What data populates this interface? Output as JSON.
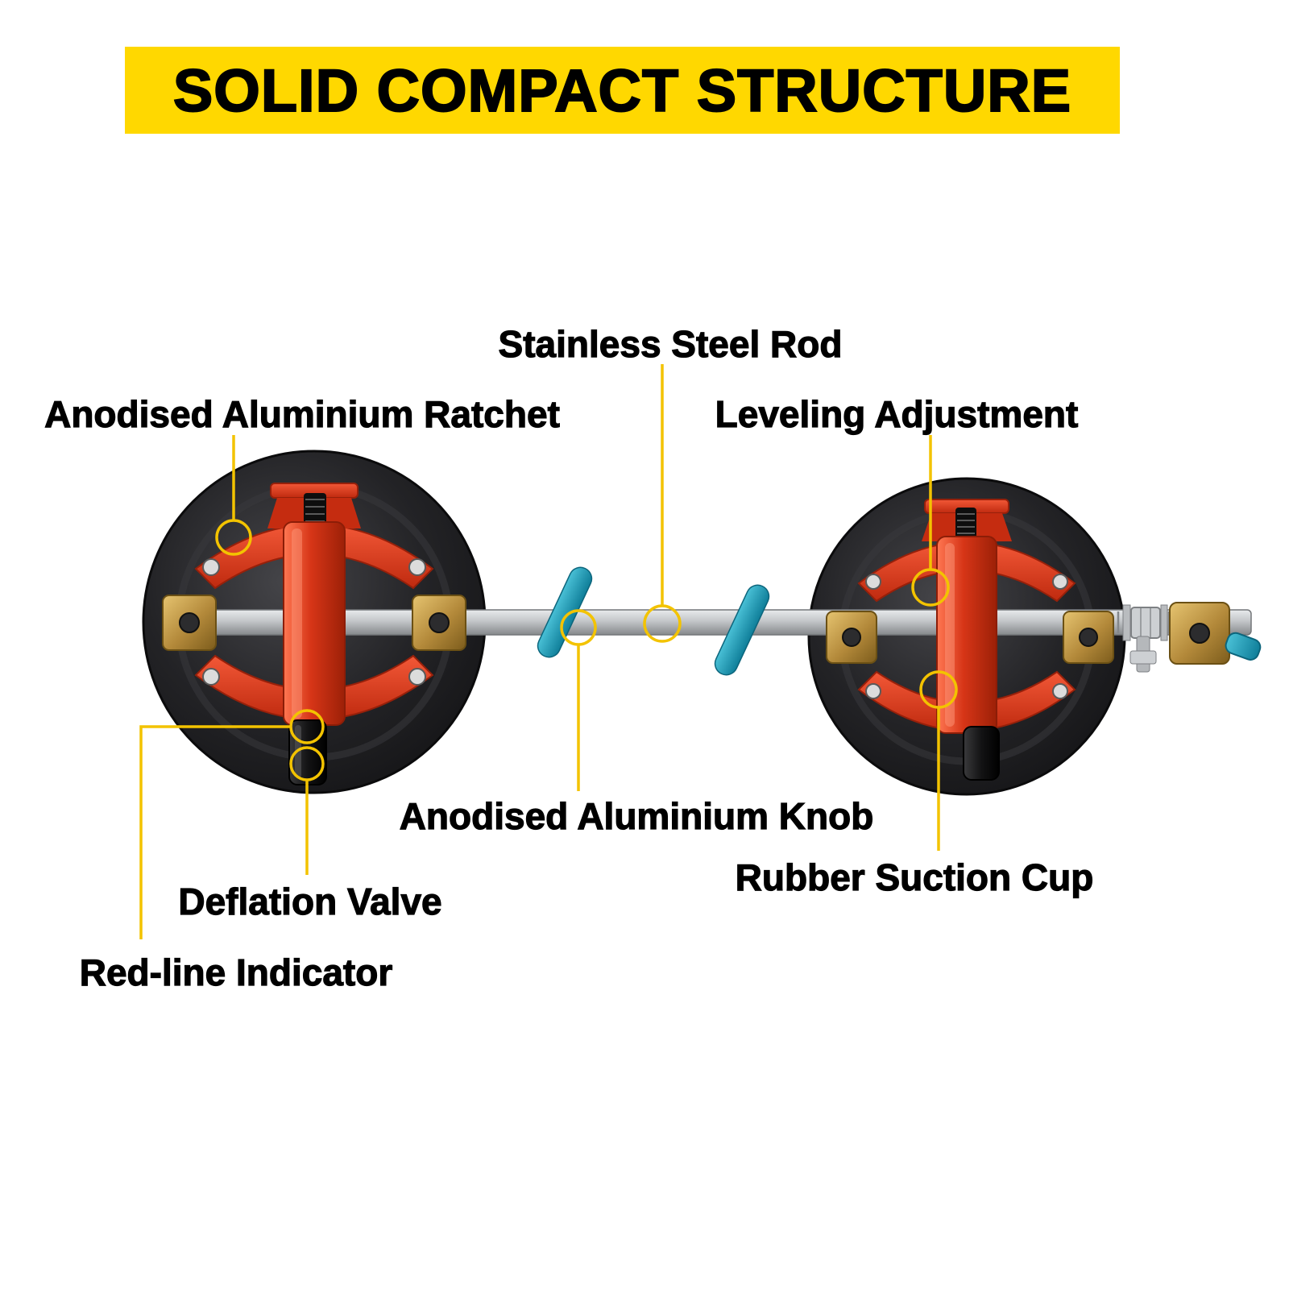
{
  "banner": {
    "title": "SOLID COMPACT STRUCTURE"
  },
  "callouts": {
    "stainless_steel_rod": {
      "label": "Stainless Steel Rod"
    },
    "anodised_aluminium_ratchet": {
      "label": "Anodised Aluminium Ratchet"
    },
    "leveling_adjustment": {
      "label": "Leveling Adjustment"
    },
    "anodised_aluminium_knob": {
      "label": "Anodised Aluminium Knob"
    },
    "rubber_suction_cup": {
      "label": "Rubber Suction Cup"
    },
    "deflation_valve": {
      "label": "Deflation Valve"
    },
    "red_line_indicator": {
      "label": "Red-line Indicator"
    }
  },
  "colors": {
    "banner_bg": "#FFD800",
    "callout_line": "#F3C300",
    "cup_red": "#D83418",
    "rubber_black": "#1A1A1C",
    "brass_gold": "#B08830",
    "rod_silver": "#B9BCC0",
    "knob_teal": "#1E9BB4"
  }
}
